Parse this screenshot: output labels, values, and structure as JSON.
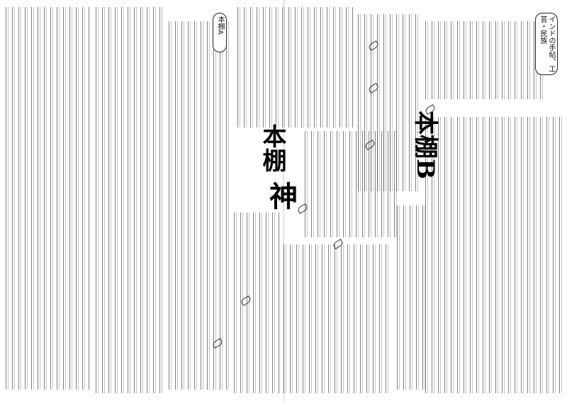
{
  "document": {
    "main_title": "本棚",
    "sub_title": "本棚B",
    "box_heading_top_right": "インドの手帖、工芸・民族",
    "box_heading_center": "本棚A",
    "decorative_kanji": "神"
  }
}
